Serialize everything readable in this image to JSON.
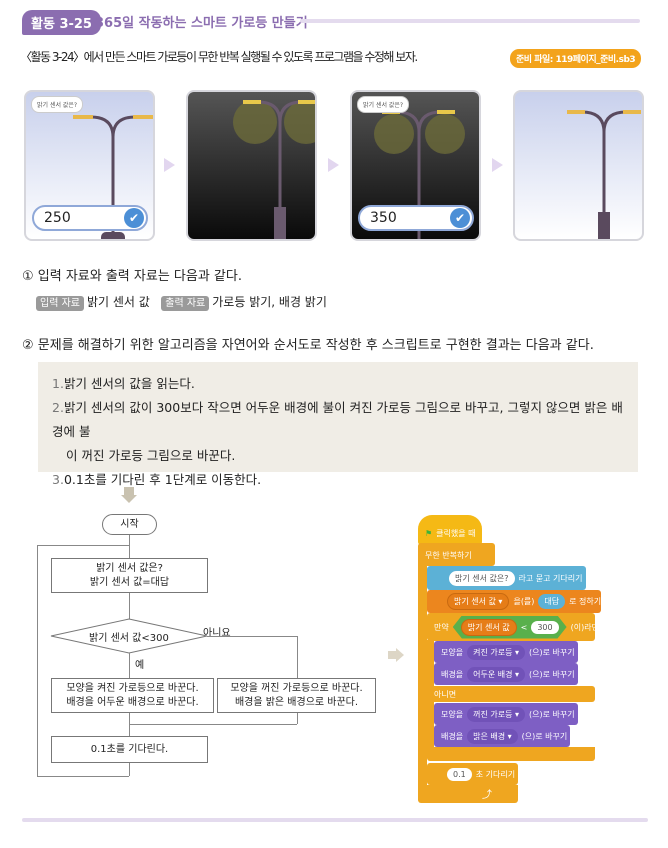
{
  "header": {
    "badge": "활동 3-25",
    "title": "365일 작동하는 스마트 가로등 만들기"
  },
  "intro": "〈활동 3-24〉에서 만든 스마트 가로등이 무한 반복 실행될 수 있도록 프로그램을 수정해 보자.",
  "file_badge": "준비 파일: 119페이지_준비.sb3",
  "panels": [
    {
      "bubble": "밝기 센서 값은?",
      "input": "250",
      "theme": "day"
    },
    {
      "theme": "night"
    },
    {
      "bubble": "밝기 센서 값은?",
      "input": "350",
      "theme": "night"
    },
    {
      "theme": "day"
    }
  ],
  "section1": {
    "text": "① 입력 자료와 출력 자료는 다음과 같다.",
    "input_tag": "입력 자료",
    "input_value": "밝기 센서 값",
    "output_tag": "출력 자료",
    "output_value": "가로등 밝기, 배경 밝기"
  },
  "section2": {
    "text": "② 문제를 해결하기 위한 알고리즘을 자연어와 순서도로 작성한 후 스크립트로 구현한 결과는 다음과 같다."
  },
  "algorithm": [
    {
      "num": "1.",
      "text": "밝기 센서의 값을 읽는다."
    },
    {
      "num": "2.",
      "text": "밝기 센서의 값이 300보다 작으면 어두운 배경에 불이 켜진 가로등 그림으로 바꾸고, 그렇지 않으면 밝은 배경에 불",
      "cont": "이 꺼진 가로등 그림으로 바꾼다."
    },
    {
      "num": "3.",
      "text": "0.1초를 기다린 후 1단계로 이동한다."
    }
  ],
  "flowchart": {
    "start": "시작",
    "step1a": "밝기 센서 값은?",
    "step1b": "밝기 센서 값=대답",
    "decision": "밝기 센서 값<300",
    "no": "아니요",
    "yes": "예",
    "yes_a": "모양을 켜진 가로등으로 바꾼다.",
    "yes_b": "배경을 어두운 배경으로 바꾼다.",
    "no_a": "모양을 꺼진 가로등으로 바꾼다.",
    "no_b": "배경을 밝은 배경으로 바꾼다.",
    "wait": "0.1초를 기다린다."
  },
  "script": {
    "hat": "클릭했을 때",
    "forever": "무한 반복하기",
    "ask_q": "밝기 센서 값은?",
    "ask_rest": "라고 묻고 기다리기",
    "set_var": "밝기 센서 값 ▾",
    "set_mid": "을(를)",
    "set_val": "대답",
    "set_end": "로 정하기",
    "if": "만약",
    "if_var": "밝기 센서 값",
    "if_op": "<",
    "if_num": "300",
    "if_end": "(이)라면",
    "look1": "모양을",
    "look1_v": "켜진 가로등 ▾",
    "change": "(으)로 바꾸기",
    "bg1": "배경을",
    "bg1_v": "어두운 배경 ▾",
    "else": "아니면",
    "look2_v": "꺼진 가로등 ▾",
    "bg2_v": "밝은 배경 ▾",
    "wait_n": "0.1",
    "wait_t": "초 기다리기",
    "loop_icon": "⤴"
  },
  "colors": {
    "purple": "#8b6db0",
    "orange": "#f3a31b",
    "events": "#ffbf00",
    "control": "#ffab19",
    "sensing": "#5cb1d6",
    "variables": "#ff8c1a",
    "looks": "#9966ff"
  }
}
